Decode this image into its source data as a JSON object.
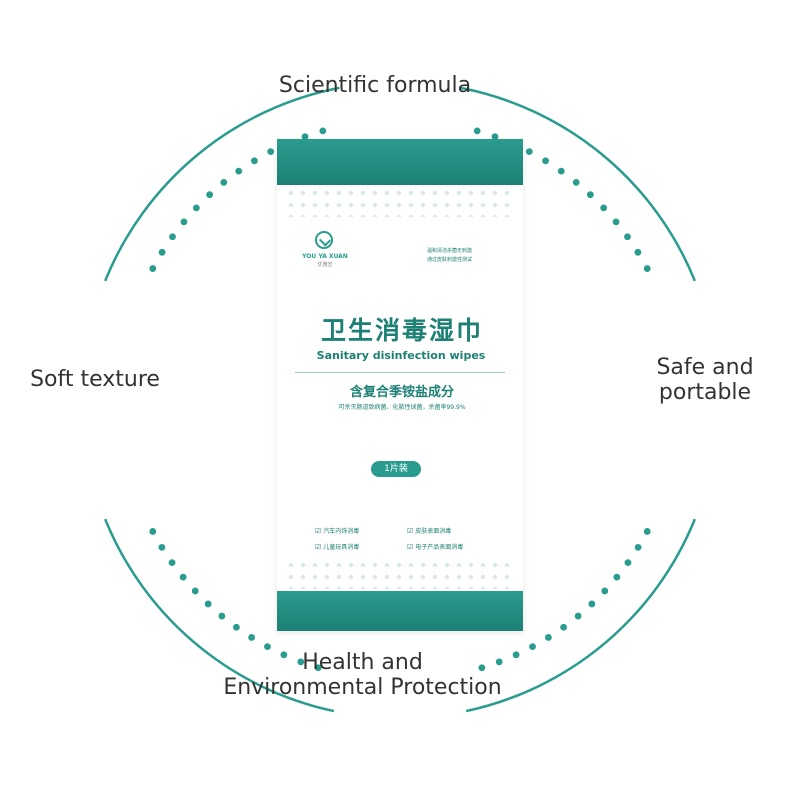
{
  "features": {
    "top": "Scientific formula",
    "left": "Soft texture",
    "right_line1": "Safe and",
    "right_line2": "portable",
    "bottom_line1": "Health and",
    "bottom_line2": "Environmental Protection"
  },
  "package": {
    "brand_en": "YOU YA XUAN",
    "brand_zh": "优雅宣",
    "note_line1": "温和清洁杀菌无刺激",
    "note_line2": "通过皮肤刺激性测试",
    "title_zh": "卫生消毒湿巾",
    "title_en": "Sanitary disinfection wipes",
    "subtitle_zh": "含复合季铵盐成分",
    "small_text_zh": "可杀灭肠道致病菌、化脓性球菌，杀菌率99.9%",
    "count_badge": "1片装",
    "uses": [
      "汽车内饰消毒",
      "皮肤表面消毒",
      "儿童玩具消毒",
      "电子产品表面消毒"
    ]
  },
  "colors": {
    "accent": "#2a9c8f",
    "accent_dark": "#1d8074",
    "text": "#333333",
    "background": "#ffffff"
  }
}
